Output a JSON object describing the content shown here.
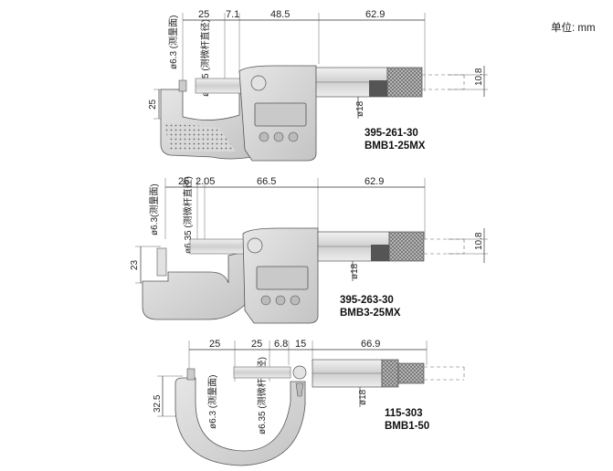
{
  "unit_label": "单位: mm",
  "drawings": [
    {
      "model": "395-261-30",
      "name": "BMB1-25MX",
      "dims": {
        "top": [
          "25",
          "7.1",
          "48.5",
          "62.9"
        ],
        "anvil": "ø6.3 (测量面)",
        "spindle": "ø6.35 (测微杆直径)",
        "height": "25",
        "thimble": "ø18",
        "ratchet": "10.8"
      }
    },
    {
      "model": "395-263-30",
      "name": "BMB3-25MX",
      "dims": {
        "top": [
          "25",
          "2.05",
          "66.5",
          "62.9"
        ],
        "anvil": "ø6.3(测量面)",
        "spindle": "ø6.35 (测微杆直径)",
        "height": "23",
        "thimble": "ø18",
        "ratchet": "10.8"
      }
    },
    {
      "model": "115-303",
      "name": "BMB1-50",
      "dims": {
        "top": [
          "25",
          "25",
          "6.8",
          "15",
          "66.9"
        ],
        "anvil": "ø6.3 (测量面)",
        "spindle": "ø6.35 (测微杆直径)",
        "height": "32.5",
        "thimble": "ø18"
      }
    }
  ]
}
